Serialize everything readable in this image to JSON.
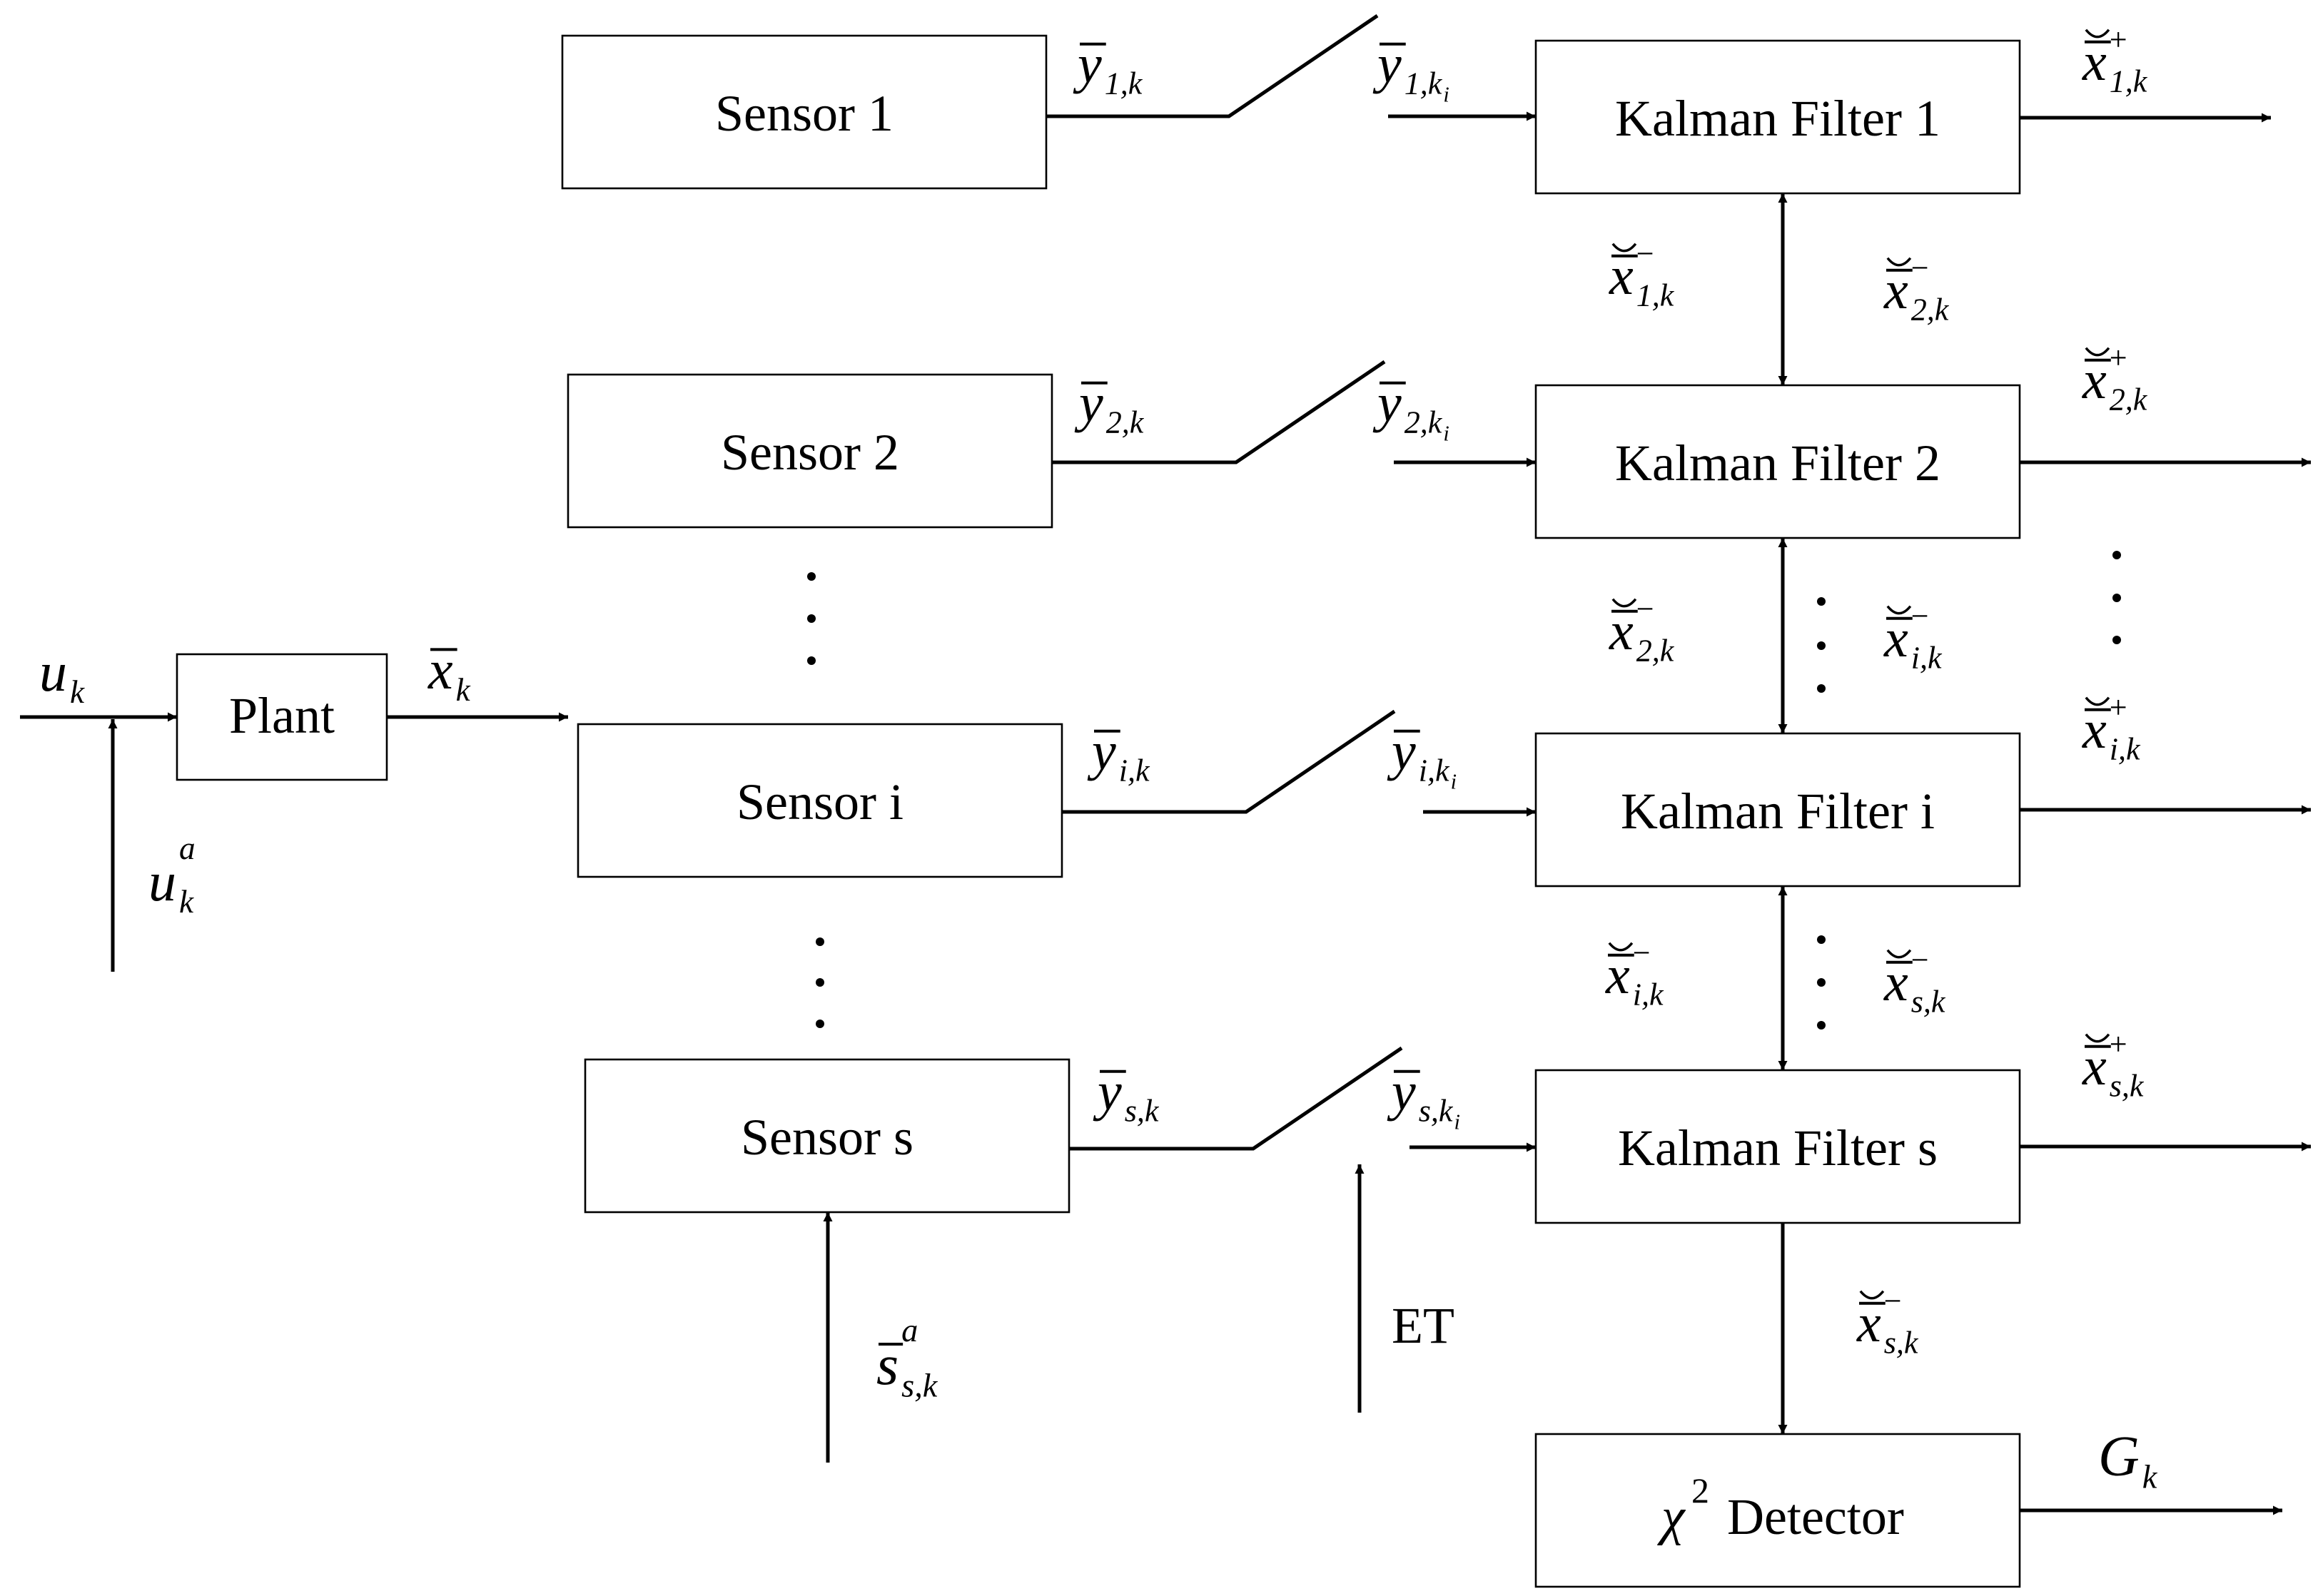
{
  "blocks": {
    "sensor_1": "Sensor 1",
    "sensor_2": "Sensor 2",
    "sensor_i": "Sensor i",
    "sensor_s": "Sensor s",
    "plant": "Plant",
    "kf_1": "Kalman Filter 1",
    "kf_2": "Kalman Filter 2",
    "kf_i": "Kalman Filter i",
    "kf_s": "Kalman Filter s",
    "detector_symbol": "χ",
    "detector_power": "2",
    "detector_name": "Detector"
  },
  "signals": {
    "u": {
      "base": "u",
      "sub": "k"
    },
    "ua": {
      "base": "u",
      "sup": "a",
      "sub": "k"
    },
    "x": {
      "base": "x",
      "sub": "k"
    },
    "y1": {
      "base": "y",
      "sub": "1,k"
    },
    "y2": {
      "base": "y",
      "sub": "2,k"
    },
    "yi": {
      "base": "y",
      "sub": "i,k"
    },
    "ys": {
      "base": "y",
      "sub": "s,k"
    },
    "y1ki": {
      "base": "y",
      "sub": "1,k",
      "subsub": "i"
    },
    "y2ki": {
      "base": "y",
      "sub": "2,k",
      "subsub": "i"
    },
    "yiki": {
      "base": "y",
      "sub": "i,k",
      "subsub": "i"
    },
    "yski": {
      "base": "y",
      "sub": "s,k",
      "subsub": "i"
    },
    "sa": {
      "base": "s",
      "sup": "a",
      "sub": "s,k"
    },
    "et": "ET",
    "x1p": {
      "base": "x",
      "sup": "+",
      "sub": "1,k"
    },
    "x2p": {
      "base": "x",
      "sup": "+",
      "sub": "2,k"
    },
    "xip": {
      "base": "x",
      "sup": "+",
      "sub": "i,k"
    },
    "xsp": {
      "base": "x",
      "sup": "+",
      "sub": "s,k"
    },
    "x1m_a": {
      "base": "x",
      "sup": "−",
      "sub": "1,k"
    },
    "x2m_a": {
      "base": "x",
      "sup": "−",
      "sub": "2,k"
    },
    "x2m_b": {
      "base": "x",
      "sup": "−",
      "sub": "2,k"
    },
    "xim_b": {
      "base": "x",
      "sup": "−",
      "sub": "i,k"
    },
    "xim_c": {
      "base": "x",
      "sup": "−",
      "sub": "i,k"
    },
    "xsm_c": {
      "base": "x",
      "sup": "−",
      "sub": "s,k"
    },
    "xsm_d": {
      "base": "x",
      "sup": "−",
      "sub": "s,k"
    },
    "g": {
      "base": "G",
      "sub": "k"
    }
  }
}
